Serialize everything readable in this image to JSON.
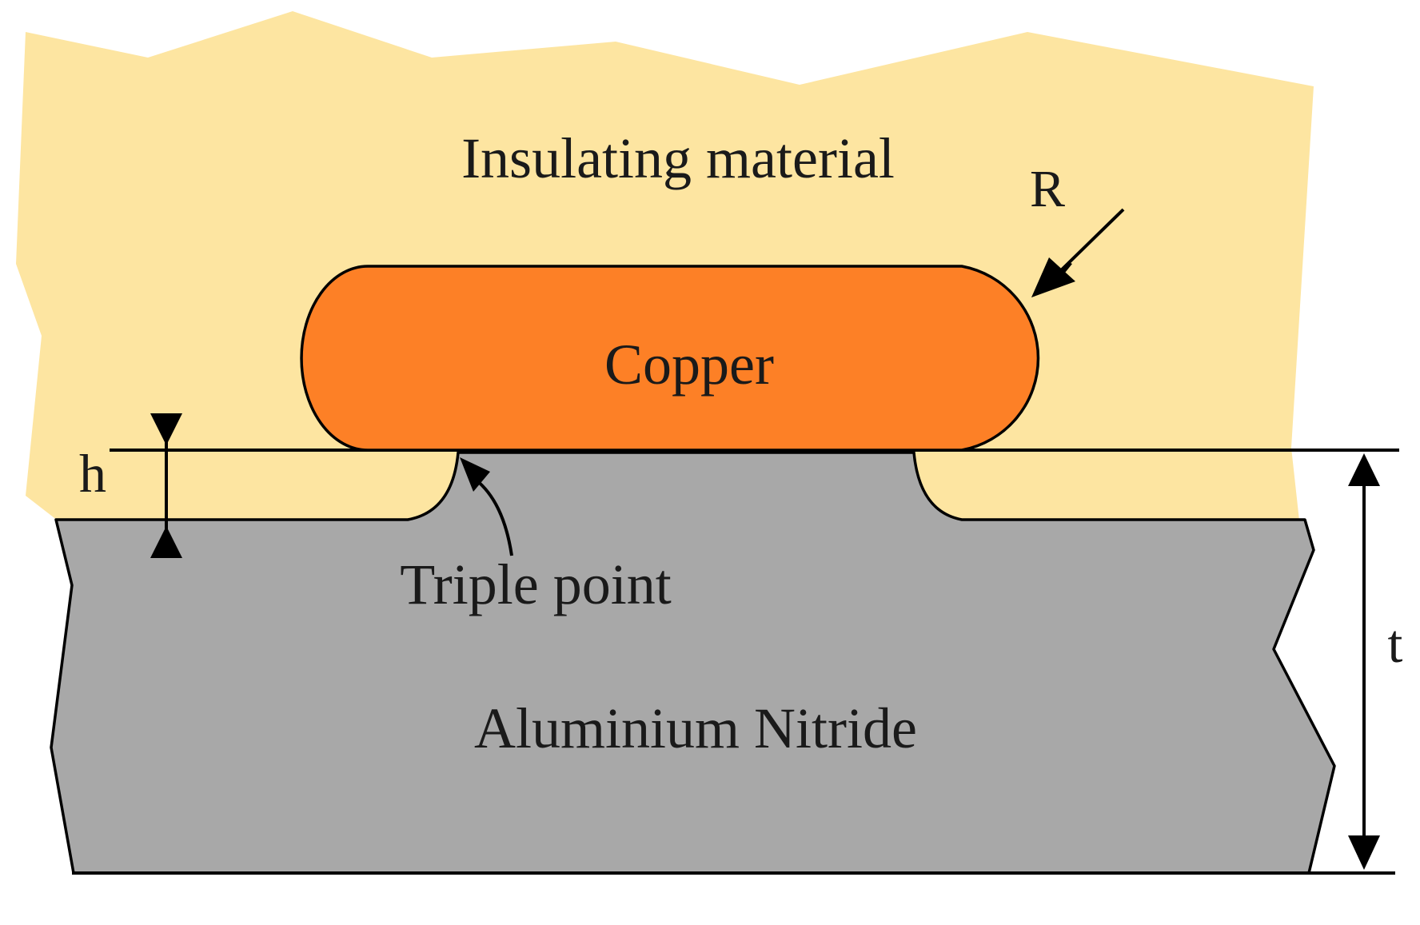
{
  "labels": {
    "insulating": "Insulating material",
    "copper": "Copper",
    "radius": "R",
    "height": "h",
    "triple_point": "Triple point",
    "substrate": "Aluminium Nitride",
    "thickness": "t"
  },
  "colors": {
    "insulating": "#fde5a1",
    "copper": "#fd8026",
    "substrate": "#a8a8a8",
    "ink": "#000000"
  }
}
